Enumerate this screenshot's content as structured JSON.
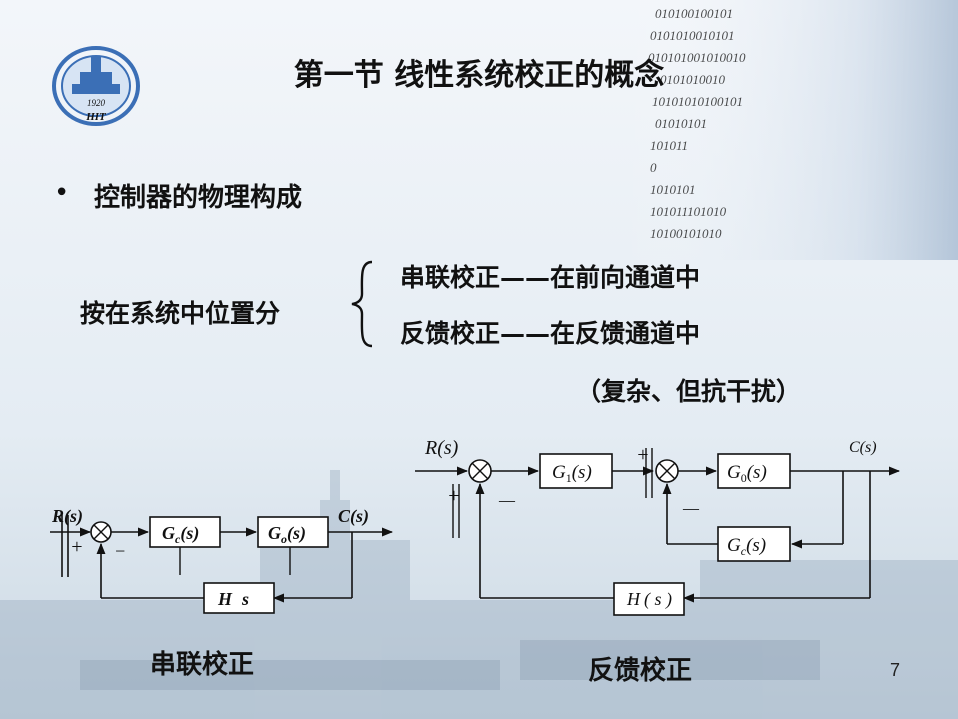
{
  "slide": {
    "title": "第一节 线性系统校正的概念",
    "bullet": "控制器的物理构成",
    "classify_label": "按在系统中位置分",
    "series_row": {
      "name": "串联校正",
      "dash": "——",
      "where": "在前向通道中"
    },
    "feedback_row": {
      "name": "反馈校正",
      "dash": "——",
      "where": "在反馈通道中"
    },
    "feedback_note": "（复杂、但抗干扰）",
    "left_caption": "串联校正",
    "right_caption": "反馈校正",
    "page_number": "7"
  },
  "logo": {
    "year": "1920",
    "letters": "HIT"
  },
  "series_diagram": {
    "input": "R(s)",
    "output": "C(s)",
    "plus": "+",
    "minus": "−",
    "block_gc": "G",
    "block_gc_sub": "c",
    "block_go": "G",
    "block_go_sub": "o",
    "block_h": "H",
    "arg": "(s)",
    "arg_h": "s"
  },
  "feedback_diagram": {
    "input": "R(s)",
    "output": "C(s)",
    "plus1": "+",
    "minus1": "—",
    "plus2": "+",
    "minus2": "—",
    "g1": "G",
    "g1_sub": "1",
    "g0": "G",
    "g0_sub": "0",
    "gc": "G",
    "gc_sub": "c",
    "h": "H",
    "arg": "(s)",
    "arg_spaced": "( s )"
  }
}
